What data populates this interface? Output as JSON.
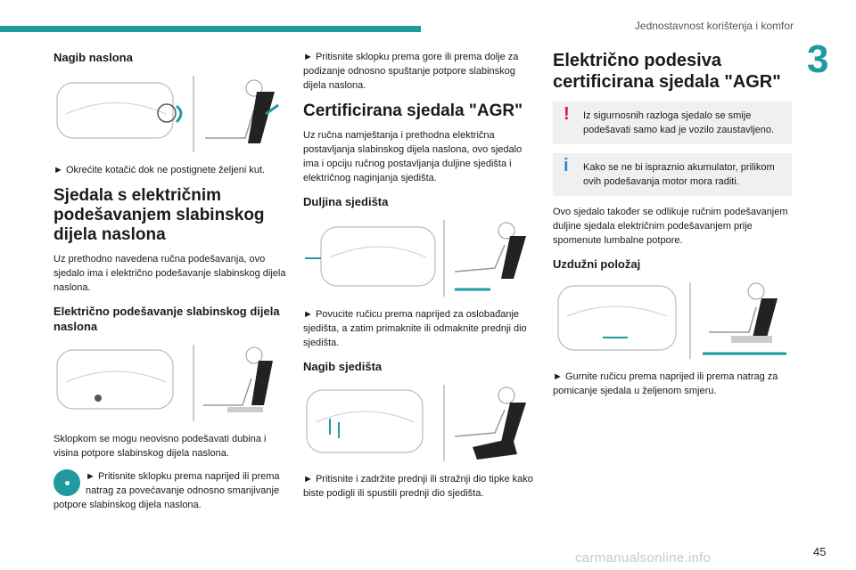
{
  "header": {
    "title": "Jednostavnost korištenja i komfor",
    "chapter": "3"
  },
  "col1": {
    "h1": "Nagib naslona",
    "p1": "► Okrećite kotačić dok ne postignete željeni kut.",
    "h2": "Sjedala s električnim podešavanjem slabinskog dijela naslona",
    "p2": "Uz prethodno navedena ručna podešavanja, ovo sjedalo ima i električno podešavanje slabinskog dijela naslona.",
    "h3": "Električno podešavanje slabinskog dijela naslona",
    "p3": "Sklopkom se mogu neovisno podešavati dubina i visina potpore slabinskog dijela naslona.",
    "p4": "► Pritisnite sklopku prema naprijed ili prema natrag za povećavanje odnosno smanjivanje potpore slabinskog dijela naslona."
  },
  "col2": {
    "p1": "► Pritisnite sklopku prema gore ili prema dolje za podizanje odnosno spuštanje potpore slabinskog dijela naslona.",
    "h1": "Certificirana sjedala \"AGR\"",
    "p2": "Uz ručna namještanja i prethodna električna postavljanja slabinskog dijela naslona, ovo sjedalo ima i opciju ručnog postavljanja duljine sjedišta i električnog naginjanja sjedišta.",
    "h2": "Duljina sjedišta",
    "p3": "► Povucite ručicu prema naprijed za oslobađanje sjedišta, a zatim primaknite ili odmaknite prednji dio sjedišta.",
    "h3": "Nagib sjedišta",
    "p4": "► Pritisnite i zadržite prednji ili stražnji dio tipke kako biste podigli ili spustili prednji dio sjedišta."
  },
  "col3": {
    "h1": "Električno podesiva certificirana sjedala \"AGR\"",
    "warn": "Iz sigurnosnih razloga sjedalo se smije podešavati samo kad je vozilo zaustavljeno.",
    "info": "Kako se ne bi ispraznio akumulator, prilikom ovih podešavanja motor mora raditi.",
    "p1": "Ovo sjedalo također se odlikuje ručnim podešavanjem duljine sjedala električnim podešavanjem prije spomenute lumbalne potpore.",
    "h2": "Uzdužni položaj",
    "p2": "► Gurnite ručicu prema naprijed ili prema natrag za pomicanje sjedala u željenom smjeru."
  },
  "footer": {
    "page": "45",
    "watermark": "carmanualsonline.info"
  },
  "colors": {
    "accent": "#1f9a9e",
    "warning": "#e2142d",
    "info": "#2f86c8"
  }
}
